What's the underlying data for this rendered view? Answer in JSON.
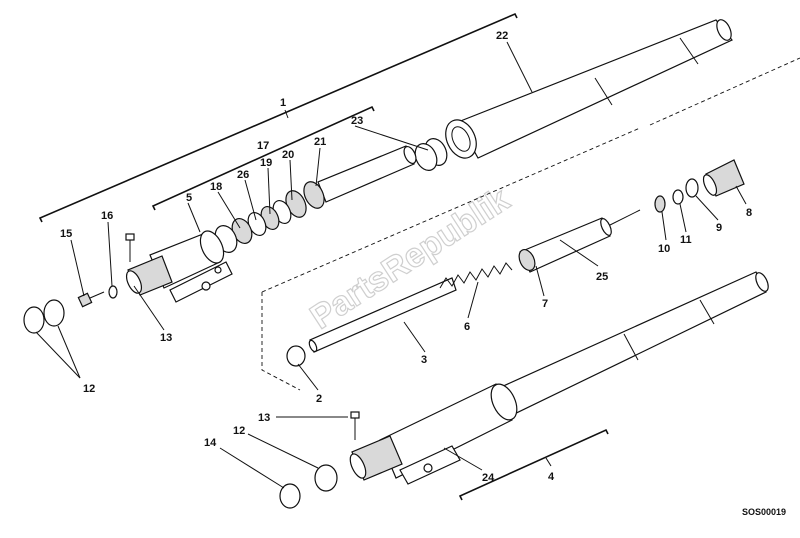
{
  "diagram": {
    "code": "SOS00019",
    "watermark": "PartsRepublik",
    "callouts": {
      "c1": "1",
      "c2": "2",
      "c3": "3",
      "c4": "4",
      "c5": "5",
      "c6": "6",
      "c7": "7",
      "c8": "8",
      "c9": "9",
      "c10": "10",
      "c11": "11",
      "c12a": "12",
      "c12b": "12",
      "c13a": "13",
      "c13b": "13",
      "c14": "14",
      "c15": "15",
      "c16": "16",
      "c17": "17",
      "c18": "18",
      "c19": "19",
      "c20": "20",
      "c21": "21",
      "c22": "22",
      "c23": "23",
      "c24": "24",
      "c25": "25",
      "c26": "26"
    }
  }
}
